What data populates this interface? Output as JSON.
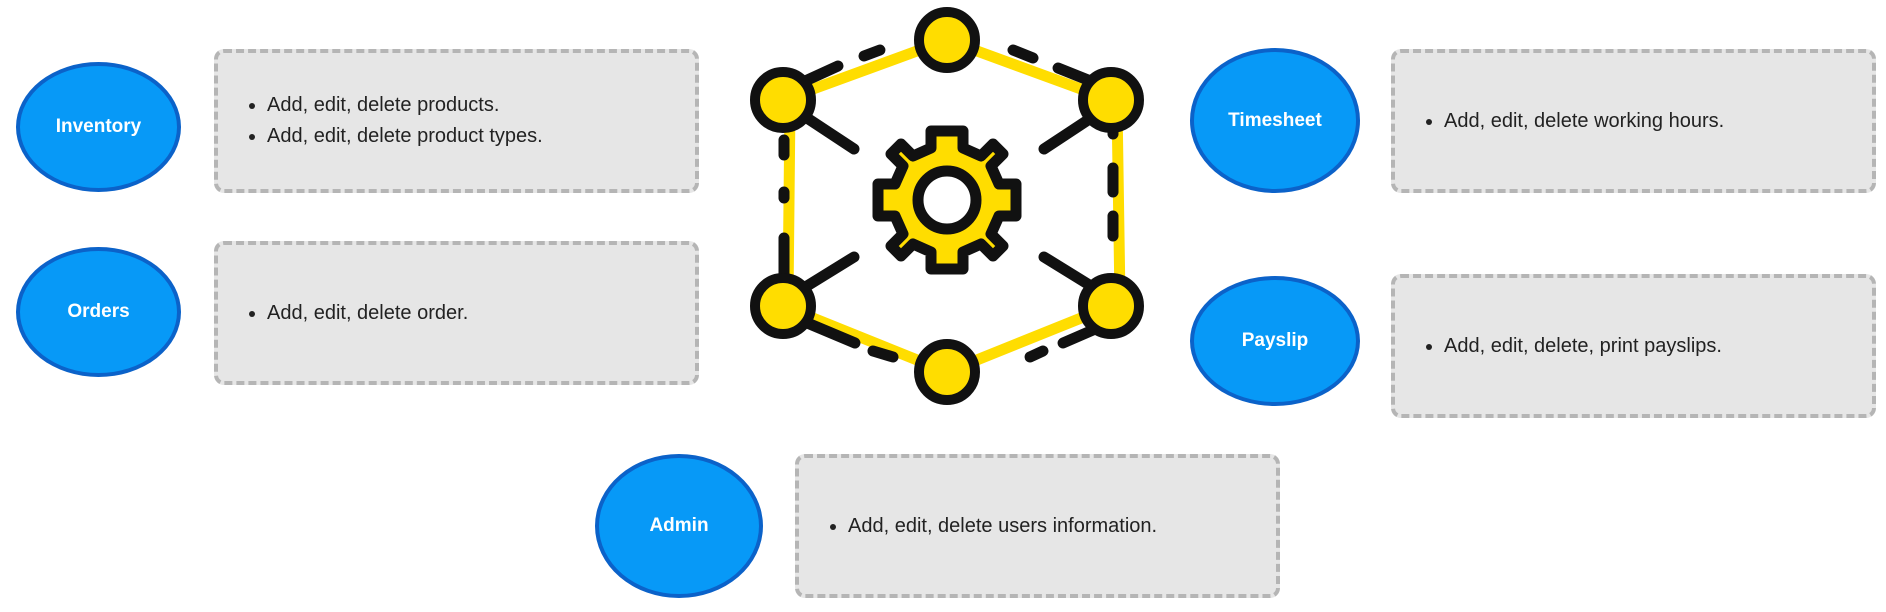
{
  "modules": {
    "inventory": {
      "label": "Inventory",
      "features": [
        "Add, edit, delete products.",
        "Add, edit, delete product types."
      ]
    },
    "orders": {
      "label": "Orders",
      "features": [
        "Add, edit, delete order."
      ]
    },
    "timesheet": {
      "label": "Timesheet",
      "features": [
        "Add, edit, delete working hours."
      ]
    },
    "payslip": {
      "label": "Payslip",
      "features": [
        "Add, edit, delete, print payslips."
      ]
    },
    "admin": {
      "label": "Admin",
      "features": [
        "Add, edit, delete users information."
      ]
    }
  },
  "colors": {
    "module_fill": "#0799f7",
    "module_border": "#0b62c9",
    "box_fill": "#e6e6e6",
    "box_border": "#b5b5b5",
    "hub_yellow": "#ffdd00",
    "hub_outline": "#111111"
  },
  "icons": {
    "hub": "network-gear-icon"
  }
}
